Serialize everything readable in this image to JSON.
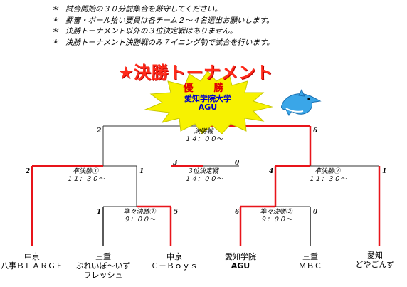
{
  "notes": [
    {
      "mark": "＊",
      "text": "試合開始の３０分前集合を厳守してください。"
    },
    {
      "mark": "＊",
      "text": "罫審・ボール拾い要員は各チーム２～４名選出お願いします。"
    },
    {
      "mark": "＊",
      "text": "決勝トーナメント以外の３位決定戦はありません。"
    },
    {
      "mark": "＊",
      "text": "決勝トーナメント決勝戦のみ７イニング制で試合を行います。"
    }
  ],
  "title": "★決勝トーナメント",
  "winner": {
    "label": "優 勝",
    "team_line1": "愛知学院大学",
    "team_line2": "AGU"
  },
  "teams": [
    {
      "pref": "中京",
      "name": "八事ＢＬＡＲＧＥ",
      "name2": ""
    },
    {
      "pref": "三重",
      "name": "ぶれいぼ～いず",
      "name2": "フレッシュ"
    },
    {
      "pref": "中京",
      "name": "Ｃ－Ｂｏｙｓ",
      "name2": ""
    },
    {
      "pref": "愛知学院",
      "name": "AGU",
      "name2": ""
    },
    {
      "pref": "三重",
      "name": "ＭＢＣ",
      "name2": ""
    },
    {
      "pref": "愛知",
      "name": "どやごんず",
      "name2": ""
    }
  ],
  "matches": {
    "final": {
      "name": "決勝戦",
      "time": "１４：００～",
      "score_left": "2",
      "score_right": "6"
    },
    "third": {
      "name": "3位決定戦",
      "time": "１４：００～",
      "score_left": "3",
      "score_right": "0"
    },
    "semi1": {
      "name": "準決勝①",
      "time": "１１：３０～",
      "score_left": "2",
      "score_right": "1"
    },
    "semi2": {
      "name": "準決勝②",
      "time": "１１：３０～",
      "score_left": "4",
      "score_right": "1"
    },
    "qf1": {
      "name": "準々決勝①",
      "time": "９：００～",
      "score_left": "1",
      "score_right": "5"
    },
    "qf2": {
      "name": "準々決勝②",
      "time": "９：００～",
      "score_left": "6",
      "score_right": "0"
    }
  },
  "colors": {
    "win_line": "#e8141a",
    "lose_line": "#333333",
    "burst": "#f7f200",
    "burst_edge": "#c8c800",
    "title": "#ff2a1a",
    "winner_team": "#0000c8"
  }
}
